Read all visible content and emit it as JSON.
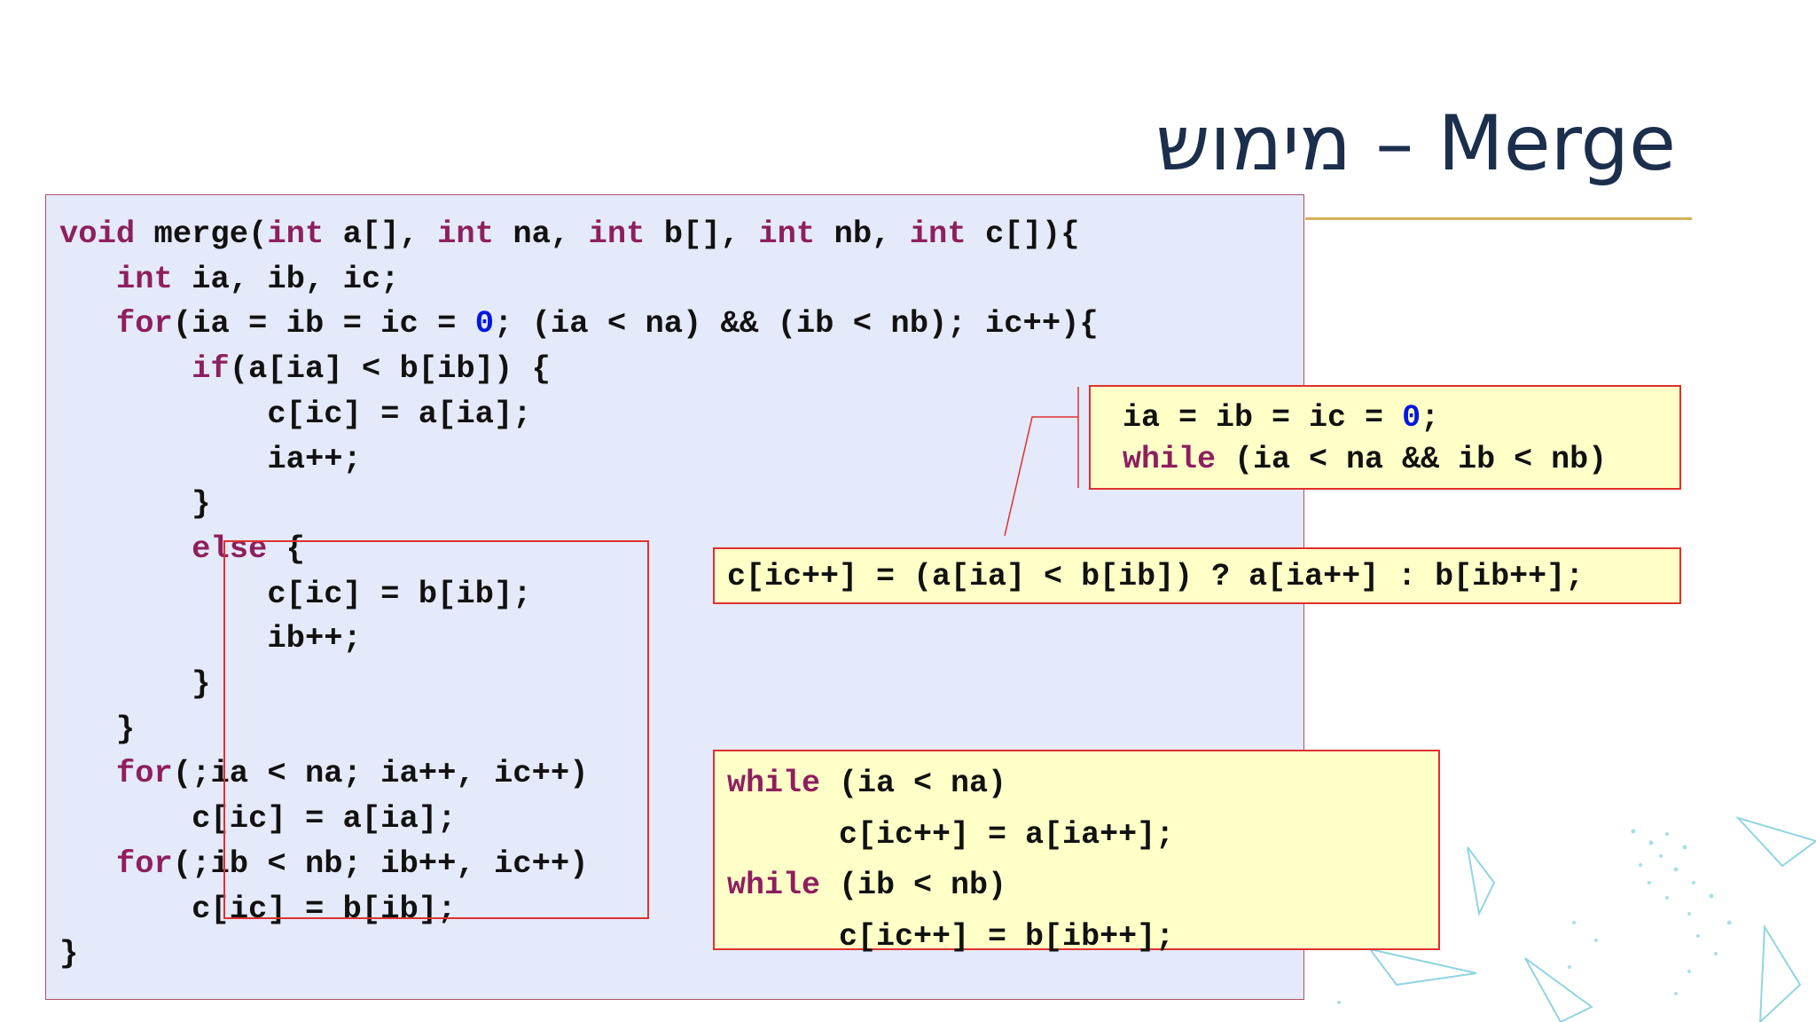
{
  "slide": {
    "title": "מימוש – Merge",
    "colors": {
      "title": "#1b2e4c",
      "title_rule": "#d2b35a",
      "code_background": "#e4eaf9",
      "note_background": "#ffffc8",
      "box_border": "#e03030",
      "keyword": "#8e1f5f",
      "number": "#0018e0"
    }
  },
  "main_code": {
    "lines": [
      [
        [
          "kw",
          "void"
        ],
        [
          "t",
          " merge("
        ],
        [
          "kw",
          "int"
        ],
        [
          "t",
          " a[], "
        ],
        [
          "kw",
          "int"
        ],
        [
          "t",
          " na, "
        ],
        [
          "kw",
          "int"
        ],
        [
          "t",
          " b[], "
        ],
        [
          "kw",
          "int"
        ],
        [
          "t",
          " nb, "
        ],
        [
          "kw",
          "int"
        ],
        [
          "t",
          " c[]){"
        ]
      ],
      [
        [
          "t",
          "   "
        ],
        [
          "kw",
          "int"
        ],
        [
          "t",
          " ia, ib, ic;"
        ]
      ],
      [
        [
          "t",
          "   "
        ],
        [
          "kw",
          "for"
        ],
        [
          "t",
          "(ia = ib = ic = "
        ],
        [
          "num",
          "0"
        ],
        [
          "t",
          "; (ia < na) && (ib < nb); ic++){"
        ]
      ],
      [
        [
          "t",
          "       "
        ],
        [
          "kw",
          "if"
        ],
        [
          "t",
          "(a[ia] < b[ib]) {"
        ]
      ],
      [
        [
          "t",
          "           c[ic] = a[ia];"
        ]
      ],
      [
        [
          "t",
          "           ia++;"
        ]
      ],
      [
        [
          "t",
          "       }"
        ]
      ],
      [
        [
          "t",
          "       "
        ],
        [
          "kw",
          "else"
        ],
        [
          "t",
          " {"
        ]
      ],
      [
        [
          "t",
          "           c[ic] = b[ib];"
        ]
      ],
      [
        [
          "t",
          "           ib++;"
        ]
      ],
      [
        [
          "t",
          "       }"
        ]
      ],
      [
        [
          "t",
          "   }"
        ]
      ],
      [
        [
          "t",
          "   "
        ],
        [
          "kw",
          "for"
        ],
        [
          "t",
          "(;ia < na; ia++, ic++)"
        ]
      ],
      [
        [
          "t",
          "       c[ic] = a[ia];"
        ]
      ],
      [
        [
          "t",
          "   "
        ],
        [
          "kw",
          "for"
        ],
        [
          "t",
          "(;ib < nb; ib++, ic++)"
        ]
      ],
      [
        [
          "t",
          "       c[ic] = b[ib];"
        ]
      ],
      [
        [
          "t",
          "}"
        ]
      ]
    ]
  },
  "notes": {
    "loop_init": {
      "lines": [
        [
          [
            "t",
            "ia = ib = ic = "
          ],
          [
            "num",
            "0"
          ],
          [
            "t",
            ";"
          ]
        ],
        [
          [
            "kw",
            "while"
          ],
          [
            "t",
            " (ia < na && ib < nb)"
          ]
        ]
      ]
    },
    "ternary": {
      "lines": [
        [
          [
            "t",
            "c[ic++] = (a[ia] < b[ib]) ? a[ia++] : b[ib++];"
          ]
        ]
      ]
    },
    "leftovers": {
      "lines": [
        [
          [
            "kw",
            "while"
          ],
          [
            "t",
            " (ia < na)"
          ]
        ],
        [
          [
            "t",
            "      c[ic++] = a[ia++];"
          ]
        ],
        [
          [
            "kw",
            "while"
          ],
          [
            "t",
            " (ib < nb)"
          ]
        ],
        [
          [
            "t",
            "      c[ic++] = b[ib++];"
          ]
        ]
      ]
    }
  }
}
